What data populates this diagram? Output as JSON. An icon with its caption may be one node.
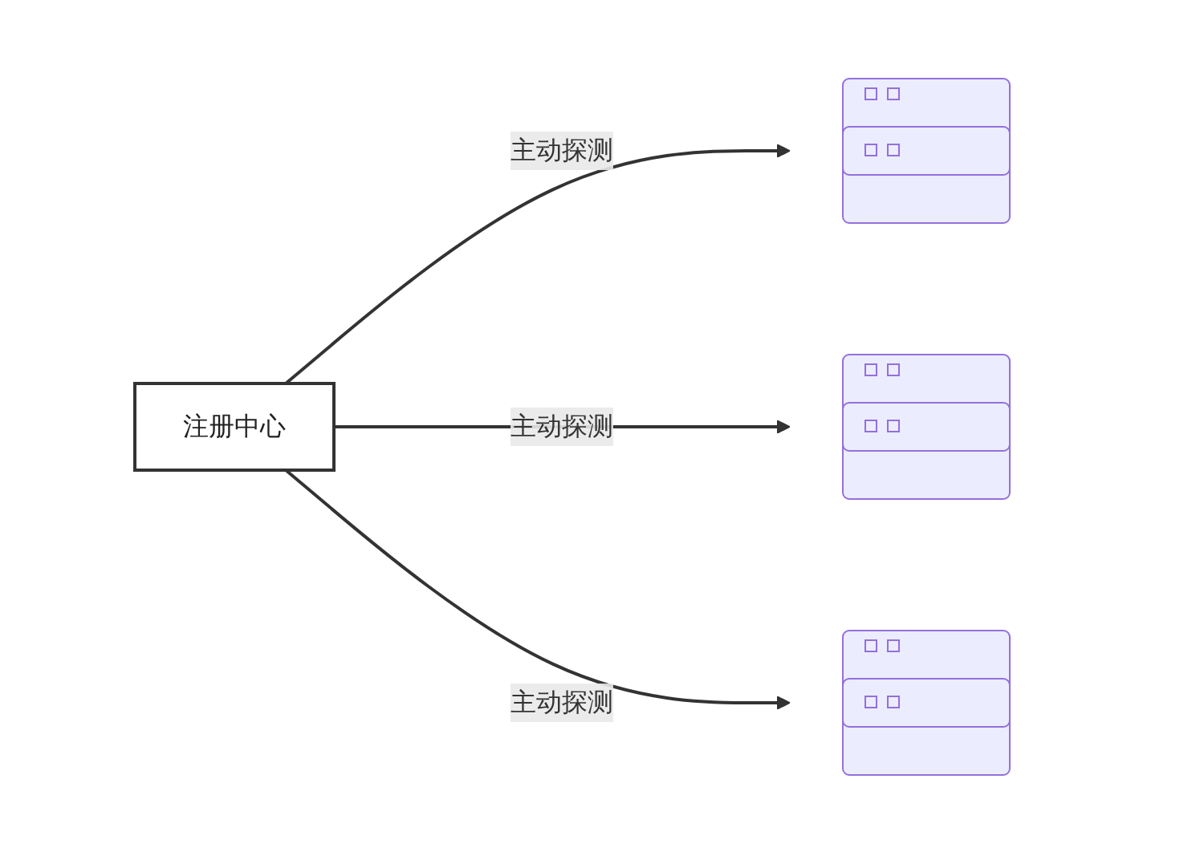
{
  "diagram": {
    "nodes": [
      {
        "text": [
          "注册中心"
        ]
      },
      {
        "text": [],
        "shape": "picture"
      },
      {
        "text": [],
        "shape": "picture"
      },
      {
        "text": [],
        "shape": "picture"
      }
    ],
    "edges": [
      {
        "from": 0,
        "to": 1,
        "arrow": "to",
        "label": "主动探测"
      },
      {
        "from": 0,
        "to": 2,
        "arrow": "to",
        "label": "主动探测"
      },
      {
        "from": 0,
        "to": 3,
        "arrow": "to",
        "label": "主动探测"
      }
    ]
  }
}
